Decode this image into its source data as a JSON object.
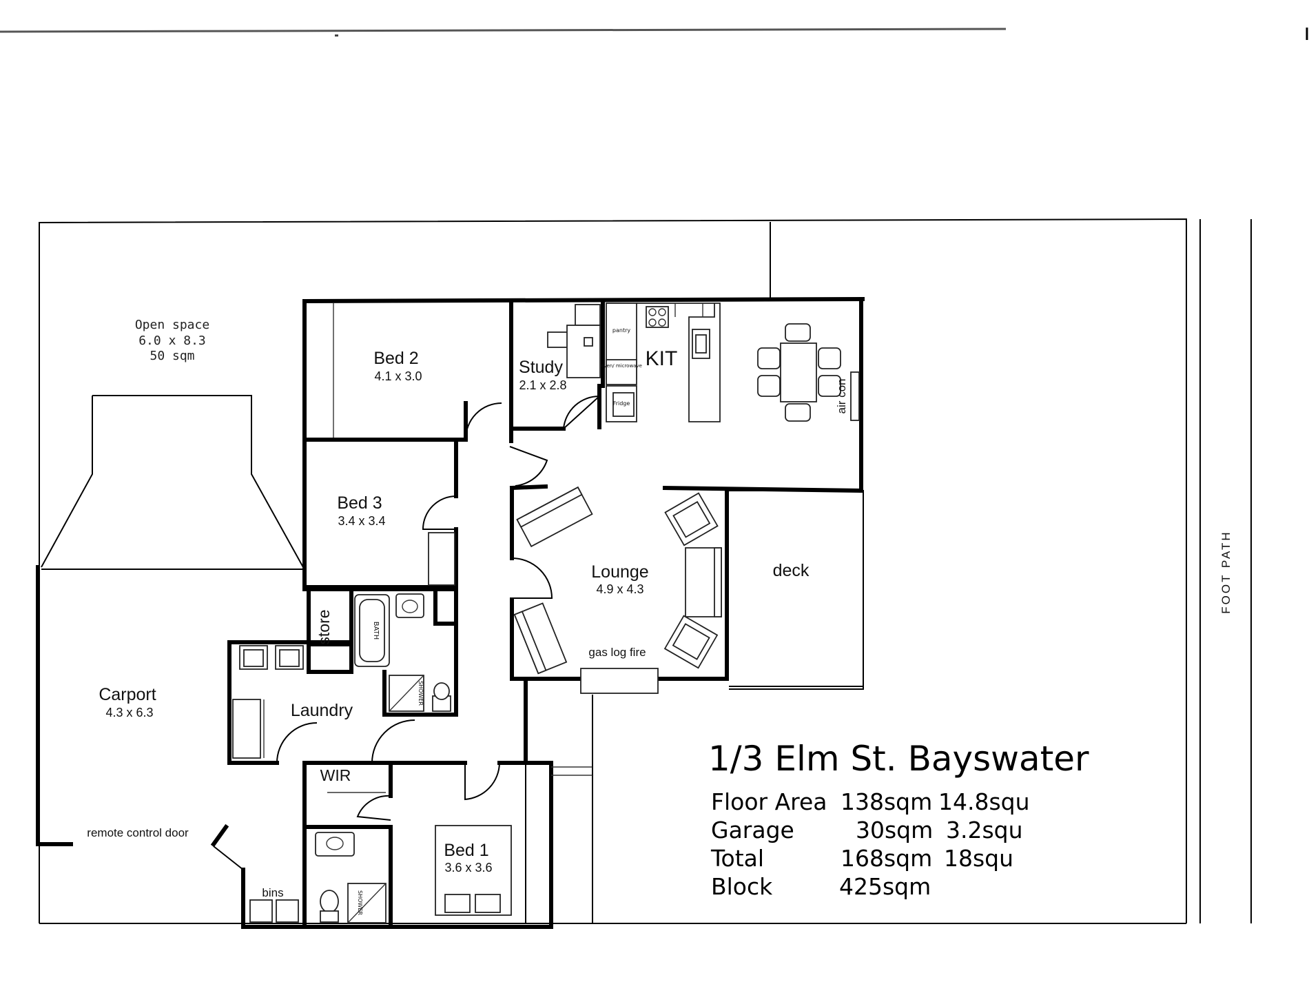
{
  "title": "1/3 Elm St. Bayswater",
  "specs": [
    {
      "label": "Floor Area",
      "sqm": "138sqm",
      "squares": "14.8squ"
    },
    {
      "label": "Garage",
      "sqm": "30sqm",
      "squares": "3.2squ"
    },
    {
      "label": "Total",
      "sqm": "168sqm",
      "squares": "18squ"
    },
    {
      "label": "Block",
      "sqm": "425sqm",
      "squares": ""
    }
  ],
  "rooms": {
    "bed2": {
      "name": "Bed 2",
      "dim": "4.1 x 3.0"
    },
    "study": {
      "name": "Study",
      "dim": "2.1 x 2.8"
    },
    "kitchen": {
      "name": "KIT"
    },
    "bed3": {
      "name": "Bed 3",
      "dim": "3.4 x 3.4"
    },
    "lounge": {
      "name": "Lounge",
      "dim": "4.9 x 4.3"
    },
    "deck": {
      "name": "deck"
    },
    "store": {
      "name": "store"
    },
    "laundry": {
      "name": "Laundry"
    },
    "carport": {
      "name": "Carport",
      "dim": "4.3 x 6.3"
    },
    "wir": {
      "name": "WIR"
    },
    "bed1": {
      "name": "Bed 1",
      "dim": "3.6 x 3.6"
    }
  },
  "open_space": {
    "line1": "Open space",
    "line2": "6.0 x 8.3",
    "line3": "50 sqm"
  },
  "labels": {
    "air_con": "air con",
    "gas_log_fire": "gas log fire",
    "remote_door": "remote control door",
    "bins": "bins",
    "foot_path": "FOOT PATH",
    "bath": "BATH",
    "shower": "SHOWER",
    "pantry": "pantry",
    "oven": "oven/ microwave",
    "fridge": "Fridge"
  }
}
